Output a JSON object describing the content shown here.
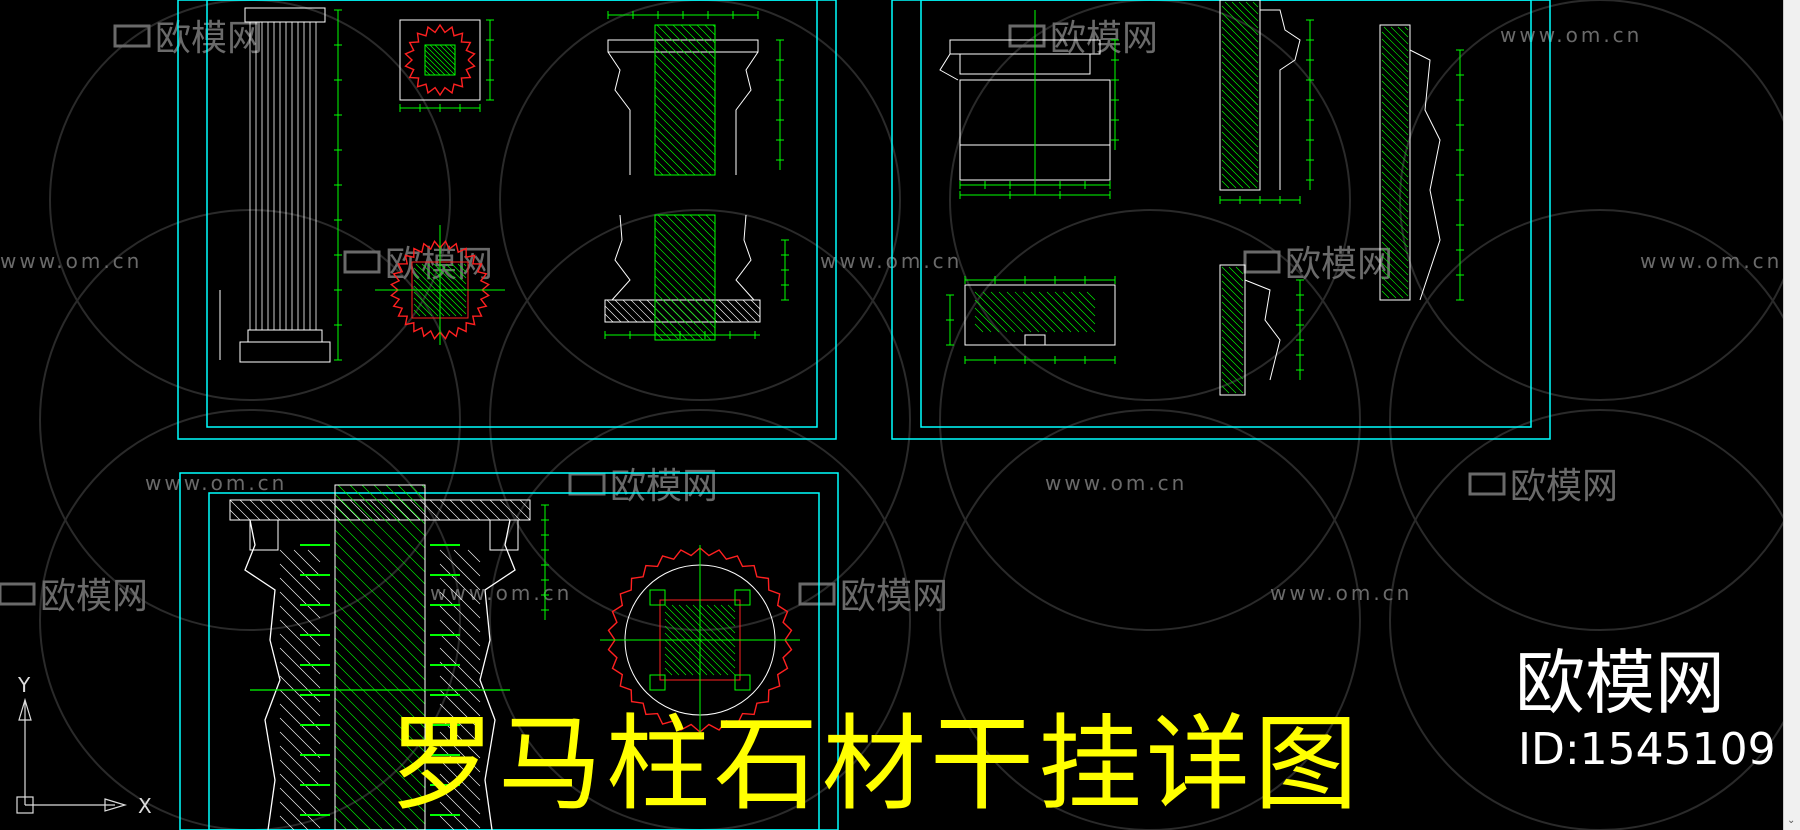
{
  "drawing_title": "罗马柱石材干挂详图",
  "watermark": {
    "brand": "欧模网",
    "id": "ID:1545109",
    "url": "www.om.cn"
  },
  "ucs": {
    "x_label": "X",
    "y_label": "Y"
  },
  "colors": {
    "background": "#000000",
    "frame": "#00ffff",
    "geometry": "#ffffff",
    "dimension": "#00ff00",
    "accent_red": "#ff2020",
    "title": "#ffff00",
    "watermark": "#6a6a6a"
  }
}
